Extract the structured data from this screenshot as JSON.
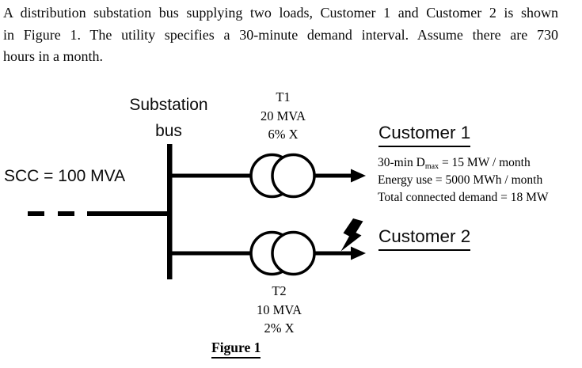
{
  "problem_statement": {
    "lines": [
      "A distribution substation bus supplying two loads, Customer 1 and Customer 2 is shown",
      "in Figure 1. The utility specifies a 30-minute demand interval. Assume there are 730",
      "hours in a month."
    ]
  },
  "diagram": {
    "substation_label_line1": "Substation",
    "substation_label_line2": "bus",
    "scc_label": "SCC = 100 MVA",
    "transformer1": {
      "name": "T1",
      "rating": "20 MVA",
      "impedance": "6% X"
    },
    "transformer2": {
      "name": "T2",
      "rating": "10 MVA",
      "impedance": "2% X"
    },
    "figure_caption": "Figure 1",
    "colors": {
      "line": "#000000",
      "text": "#0b0b0b",
      "background": "#ffffff"
    }
  },
  "customer1": {
    "title": "Customer 1",
    "demand_pre": "30-min D",
    "demand_sub": "max",
    "demand_post": " = 15 MW / month",
    "energy_line": "Energy use = 5000 MWh / month",
    "connected_line": "Total connected demand = 18 MW"
  },
  "customer2": {
    "title": "Customer 2"
  }
}
